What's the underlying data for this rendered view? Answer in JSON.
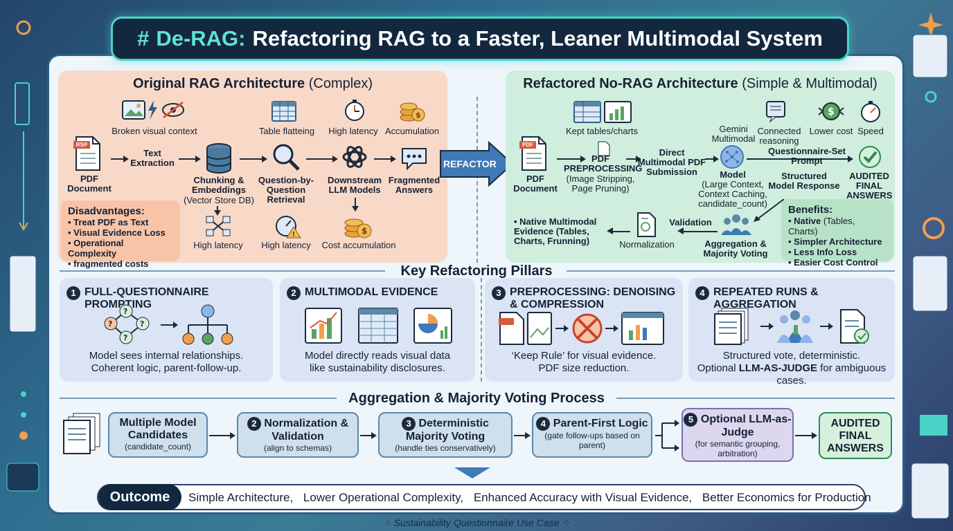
{
  "title": {
    "hash": "#",
    "highlight": "De-RAG:",
    "rest": "Refactoring RAG to a Faster, Leaner Multimodal System"
  },
  "original": {
    "heading": "Original RAG Architecture",
    "heading_sub": "(Complex)",
    "labels": {
      "broken_visual": "Broken visual context",
      "table_flattening": "Table flatteing",
      "high_latency_top": "High latency",
      "accumulation": "Accumulation",
      "pdf_document": "PDF Document",
      "text_extraction": "Text Extraction",
      "chunking": "Chunking & Embeddings",
      "chunking_sub": "(Vector Store DB)",
      "qbq_retrieval": "Question-by-Question Retrieval",
      "downstream": "Downstream LLM Models",
      "fragmented": "Fragmented Answers",
      "high_latency_1": "High latency",
      "high_latency_2": "High latency",
      "cost_accumulation": "Cost accumulation",
      "pdf_badge": "RSP"
    },
    "disadvantages": {
      "title": "Disadvantages:",
      "items": [
        "Treat PDF as Text",
        "Visual Evidence Loss",
        "Operational Complexity",
        "fragmented costs"
      ]
    }
  },
  "refactor_arrow": "REFACTOR",
  "refactored": {
    "heading": "Refactored No-RAG Architecture",
    "heading_sub": "(Simple & Multimodal)",
    "labels": {
      "kept_tables": "Kept tables/charts",
      "gemini": "Gemini Multimodal",
      "connected": "Connected reasoning",
      "lower_cost": "Lower cost",
      "speed": "Speed",
      "pdf_document": "PDF Document",
      "pdf_badge": "PDF",
      "preprocessing": "PDF PREPROCESSING",
      "preprocessing_sub": "(Image Stripping, Page Pruning)",
      "direct": "Direct Multimodal PDF Submission",
      "model": "Model",
      "model_sub": "(Large Context, Context Caching, candidate_count)",
      "questionnaire_set": "Questionnaire-Set Prompt",
      "structured": "Structured Model Response",
      "audited": "AUDITED FINAL ANSWERS",
      "native_evidence": "Native Multimodal Evidence (Tables, Charts, Frunning)",
      "validation": "Validation",
      "normalization": "Normalization",
      "aggregation": "Aggregation & Majority Voting"
    },
    "benefits": {
      "title": "Benefits:",
      "items": [
        {
          "bold": "Native",
          "rest": " (Tables, Charts)"
        },
        {
          "bold": "Simpler Architecture",
          "rest": ""
        },
        {
          "bold": "Less Info Loss",
          "rest": ""
        },
        {
          "bold": "Easier Cost Control",
          "rest": ""
        }
      ]
    }
  },
  "pillars": {
    "heading": "Key Refactoring Pillars",
    "items": [
      {
        "num": "1",
        "title": "FULL-QUESTIONNAIRE PROMPTING",
        "desc1": "Model sees internal relationships.",
        "desc2": "Coherent logic, parent-follow-up."
      },
      {
        "num": "2",
        "title": "MULTIMODAL EVIDENCE",
        "desc1": "Model directly reads visual data",
        "desc2": "like sustainability disclosures."
      },
      {
        "num": "3",
        "title": "PREPROCESSING: DENOISING & COMPRESSION",
        "desc1": "‘Keep Rule’ for visual evidence.",
        "desc2": "PDF size reduction."
      },
      {
        "num": "4",
        "title": "REPEATED RUNS & AGGREGATION",
        "desc1": "Structured vote, deterministic.",
        "desc2_pre": "Optional ",
        "desc2_bold": "LLM-AS-JUDGE",
        "desc2_post": " for ambiguous cases."
      }
    ]
  },
  "process": {
    "heading": "Aggregation & Majority Voting Process",
    "steps": [
      {
        "num": "",
        "title": "Multiple Model Candidates",
        "sub": "(candidate_count)"
      },
      {
        "num": "2",
        "title": "Normalization & Validation",
        "sub": "(align to schemas)"
      },
      {
        "num": "3",
        "title": "Deterministic Majority Voting",
        "sub": "(handle ties conservatively)"
      },
      {
        "num": "4",
        "title": "Parent-First Logic",
        "sub": "(gate follow-ups based on parent)"
      },
      {
        "num": "5",
        "title": "Optional LLM-as-Judge",
        "sub": "(for semantic grouping, arbitration)"
      },
      {
        "num": "",
        "title": "AUDITED FINAL ANSWERS",
        "sub": ""
      }
    ]
  },
  "outcome": {
    "label": "Outcome",
    "items": [
      "Simple Architecture,",
      "Lower Operational Complexity,",
      "Enhanced Accuracy with Visual Evidence,",
      "Better Economics for Production"
    ]
  },
  "footer": "Sustainability Questionnaire Use Case",
  "colors": {
    "original_bg": "#f8d9c8",
    "refactored_bg": "#cfeedd",
    "pillar_bg": "#dae4f5",
    "accent": "#49d3c6",
    "dark": "#13283f"
  }
}
